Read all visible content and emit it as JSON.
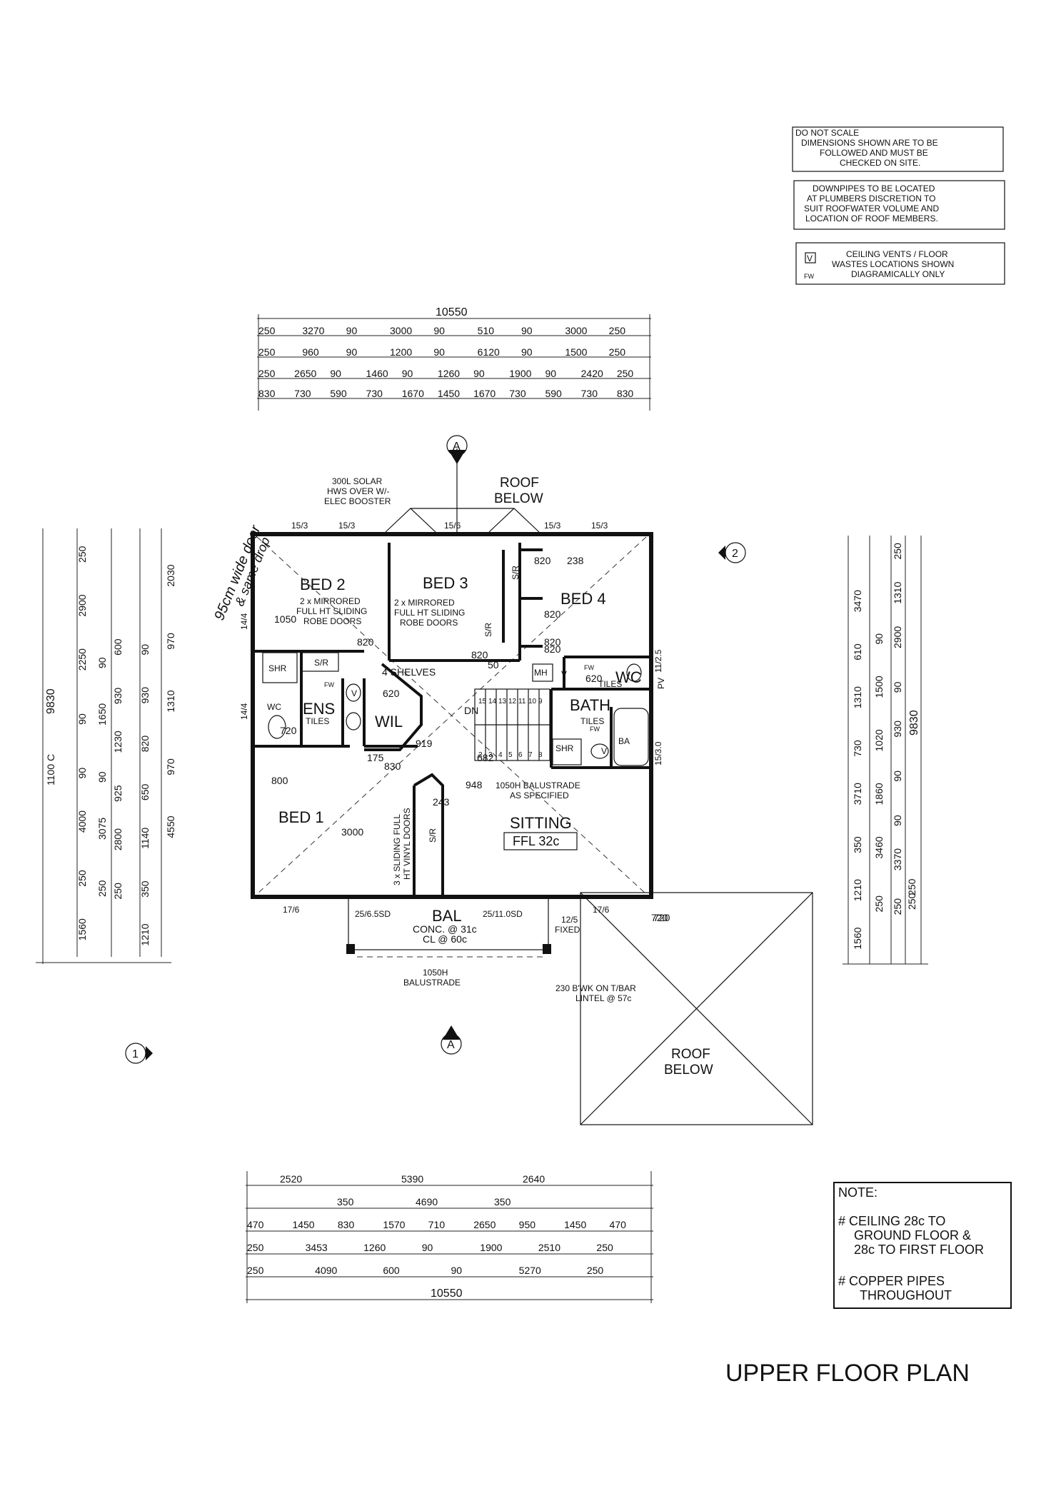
{
  "notes": {
    "dimensions": [
      "DO NOT SCALE",
      "DIMENSIONS SHOWN ARE TO BE",
      "FOLLOWED AND MUST BE",
      "CHECKED ON SITE."
    ],
    "downpipes": [
      "DOWNPIPES TO BE LOCATED",
      "AT PLUMBERS DISCRETION TO",
      "SUIT ROOFWATER VOLUME AND",
      "LOCATION OF ROOF MEMBERS."
    ],
    "vents_symbol": "V",
    "vents_fw": "FW",
    "vents": [
      "CEILING VENTS / FLOOR",
      "WASTES LOCATIONS SHOWN",
      "DIAGRAMICALLY ONLY"
    ]
  },
  "top_dims": {
    "total": "10550",
    "row1": [
      "250",
      "3270",
      "90",
      "3000",
      "90",
      "510",
      "90",
      "3000",
      "250"
    ],
    "row2": [
      "250",
      "960",
      "90",
      "1200",
      "90",
      "6120",
      "90",
      "1500",
      "250"
    ],
    "row3": [
      "250",
      "2650",
      "90",
      "1460",
      "90",
      "1260",
      "90",
      "1900",
      "90",
      "2420",
      "250"
    ],
    "row4": [
      "830",
      "730",
      "590",
      "730",
      "1670",
      "1450",
      "1670",
      "730",
      "590",
      "730",
      "830"
    ]
  },
  "bottom_dims": {
    "row1": [
      "2520",
      "5390",
      "2640"
    ],
    "row2": [
      "350",
      "4690",
      "350"
    ],
    "row3": [
      "470",
      "1450",
      "830",
      "1570",
      "710",
      "2650",
      "950",
      "1450",
      "470"
    ],
    "row4": [
      "250",
      "3453",
      "1260",
      "90",
      "1900",
      "2510",
      "250"
    ],
    "row5": [
      "250",
      "4090",
      "600",
      "90",
      "5270",
      "250"
    ],
    "total": "10550"
  },
  "left_dims": {
    "total": "9830",
    "col_a": [
      "250",
      "2900",
      "2250",
      "90",
      "90",
      "4000",
      "250",
      "1560"
    ],
    "col_b": [
      "90",
      "1650",
      "90",
      "3075",
      "250"
    ],
    "col_c": [
      "600",
      "930",
      "1230",
      "925",
      "2800",
      "250"
    ],
    "col_d": [
      "90",
      "930",
      "820",
      "650",
      "1140",
      "350",
      "1210"
    ],
    "col_e": [
      "2030",
      "970",
      "1310",
      "970",
      "4550"
    ],
    "partial": "1100 C"
  },
  "right_dims": {
    "total": "9830",
    "col_a": [
      "3470",
      "610",
      "1310",
      "730",
      "3710",
      "350",
      "1210",
      "1560"
    ],
    "col_b": [
      "90",
      "1500",
      "1020",
      "1860",
      "3460",
      "250"
    ],
    "col_c": [
      "250",
      "1310",
      "2900",
      "90",
      "930",
      "90",
      "90",
      "3370",
      "250"
    ],
    "col_d": [
      "250",
      "250"
    ]
  },
  "rooms": {
    "bed2": "BED 2",
    "bed2_robe": [
      "2 x MIRRORED",
      "FULL HT SLIDING",
      "ROBE DOORS"
    ],
    "bed3": "BED 3",
    "bed3_robe": [
      "2 x MIRRORED",
      "FULL HT SLIDING",
      "ROBE DOORS"
    ],
    "bed4": "BED 4",
    "bed1": "BED 1",
    "bed1_robe": [
      "3 x SLIDING FULL",
      "HT VINYL DOORS"
    ],
    "ens": "ENS",
    "ens_tiles": "TILES",
    "wil": "WIL",
    "shelves": "4 SHELVES",
    "bath": "BATH",
    "bath_tiles": "TILES",
    "wc": "WC",
    "wc_tiles": "TILES",
    "sitting": "SITTING",
    "ffl": "FFL 32c",
    "bal": "BAL",
    "bal_conc": "CONC. @ 31c",
    "bal_cl": "CL @ 60c",
    "roof_below_top": [
      "ROOF",
      "BELOW"
    ],
    "roof_below_bottom": [
      "ROOF",
      "BELOW"
    ]
  },
  "labels": {
    "solar": [
      "300L SOLAR",
      "HWS OVER W/-",
      "ELEC BOOSTER"
    ],
    "balustrade_int": [
      "1050H BALUSTRADE",
      "AS SPECIFIED"
    ],
    "balustrade_bal": [
      "1050H",
      "BALUSTRADE"
    ],
    "brickwork": [
      "230 B'WK ON T/BAR",
      "LINTEL @ 57c"
    ],
    "fixed": [
      "12/5",
      "FIXED"
    ],
    "dn": "DN",
    "mh": "MH",
    "shr": "SHR",
    "sr": "S/R",
    "wc_small": "WC",
    "ba": "BA",
    "pv": "PV",
    "fw": "FW",
    "v": "V",
    "windows": [
      "15/3",
      "15/3",
      "15/6",
      "15/3",
      "15/3",
      "14/4",
      "14/4",
      "11/2.5",
      "15/3.0",
      "17/6",
      "17/6",
      "25/6.5SD",
      "25/11.0SD"
    ],
    "door_dims": [
      "820",
      "820",
      "820",
      "820",
      "820",
      "820",
      "238",
      "1050",
      "720",
      "620",
      "620",
      "720",
      "800",
      "3000",
      "50",
      "175",
      "830",
      "919",
      "682",
      "948",
      "243",
      "720"
    ],
    "stair_steps": [
      "15",
      "14",
      "13",
      "12",
      "11",
      "10",
      "9",
      "8",
      "7",
      "6",
      "5",
      "4",
      "3",
      "2"
    ],
    "handwritten": [
      "95cm wide door",
      "& same drop"
    ]
  },
  "markers": {
    "section_top": "A",
    "section_bottom": "A",
    "grid_1": "1",
    "grid_2": "2"
  },
  "note_box": {
    "title": "NOTE:",
    "item1": [
      "#  CEILING 28c TO",
      "GROUND FLOOR &",
      "28c TO FIRST FLOOR"
    ],
    "item2": [
      "#  COPPER PIPES",
      "THROUGHOUT"
    ]
  },
  "drawing_title": "UPPER FLOOR  PLAN"
}
